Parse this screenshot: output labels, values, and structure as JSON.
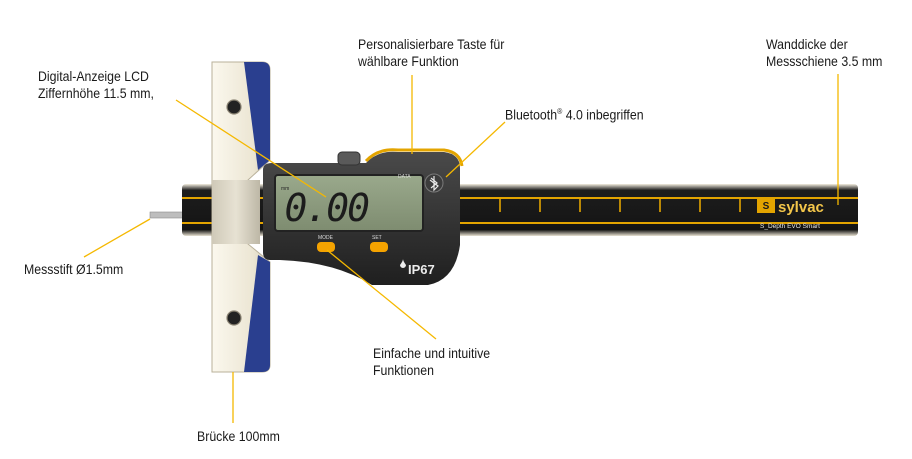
{
  "callouts": {
    "lcd_line1": "Digital-Anzeige LCD",
    "lcd_line2": "Ziffernhöhe 11.5 mm,",
    "button_line1": "Personalisierbare Taste für",
    "button_line2": "wählbare Funktion",
    "bluetooth_name": "Bluetooth",
    "bluetooth_reg": "®",
    "bluetooth_rest": " 4.0 inbegriffen",
    "rail_line1": "Wanddicke der",
    "rail_line2": "Messschiene 3.5 mm",
    "pin": "Messstift Ø1.5mm",
    "functions_line1": "Einfache und intuitive",
    "functions_line2": "Funktionen",
    "bridge": "Brücke 100mm"
  },
  "device": {
    "display_reading": "0.00",
    "unit_label": "mm",
    "data_label": "DATA",
    "mode_label": "MODE",
    "set_label": "SET",
    "ip_rating": "IP67",
    "brand": "sylvac",
    "model": "S_Depth EVO Smart"
  },
  "colors": {
    "leader_line": "#f5b800",
    "button_orange": "#f5a300",
    "lcd_green": "#8a9a7c",
    "body_dark": "#2b2b2b",
    "bridge_blue": "#2a3f8f"
  }
}
